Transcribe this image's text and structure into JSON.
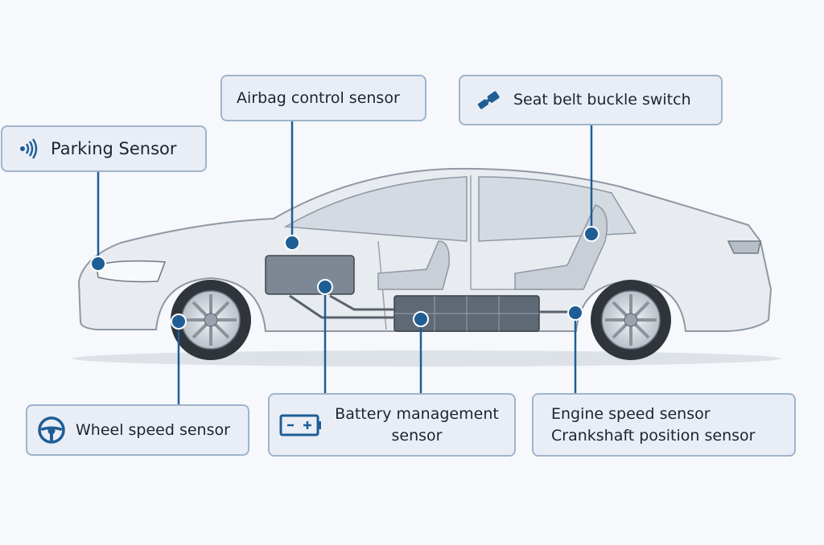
{
  "colors": {
    "accent": "#1f5d95",
    "box_fill": "#e9eef6",
    "box_border": "#9fb4cc",
    "car_body": "#e8ebef",
    "car_outline": "#8f98a3"
  },
  "labels": {
    "parking": {
      "text": "Parking Sensor",
      "icon": "parking-sensor-waves-icon"
    },
    "airbag": {
      "text": "Airbag control sensor"
    },
    "seatbelt": {
      "text": "Seat belt buckle switch",
      "icon": "seat-belt-buckle-icon"
    },
    "wheel": {
      "text": "Wheel speed sensor",
      "icon": "steering-wheel-icon"
    },
    "battery": {
      "line1": "Battery management",
      "line2": "sensor",
      "icon": "battery-icon"
    },
    "engine": {
      "line1": "Engine speed sensor",
      "line2": "Crankshaft position sensor"
    }
  }
}
